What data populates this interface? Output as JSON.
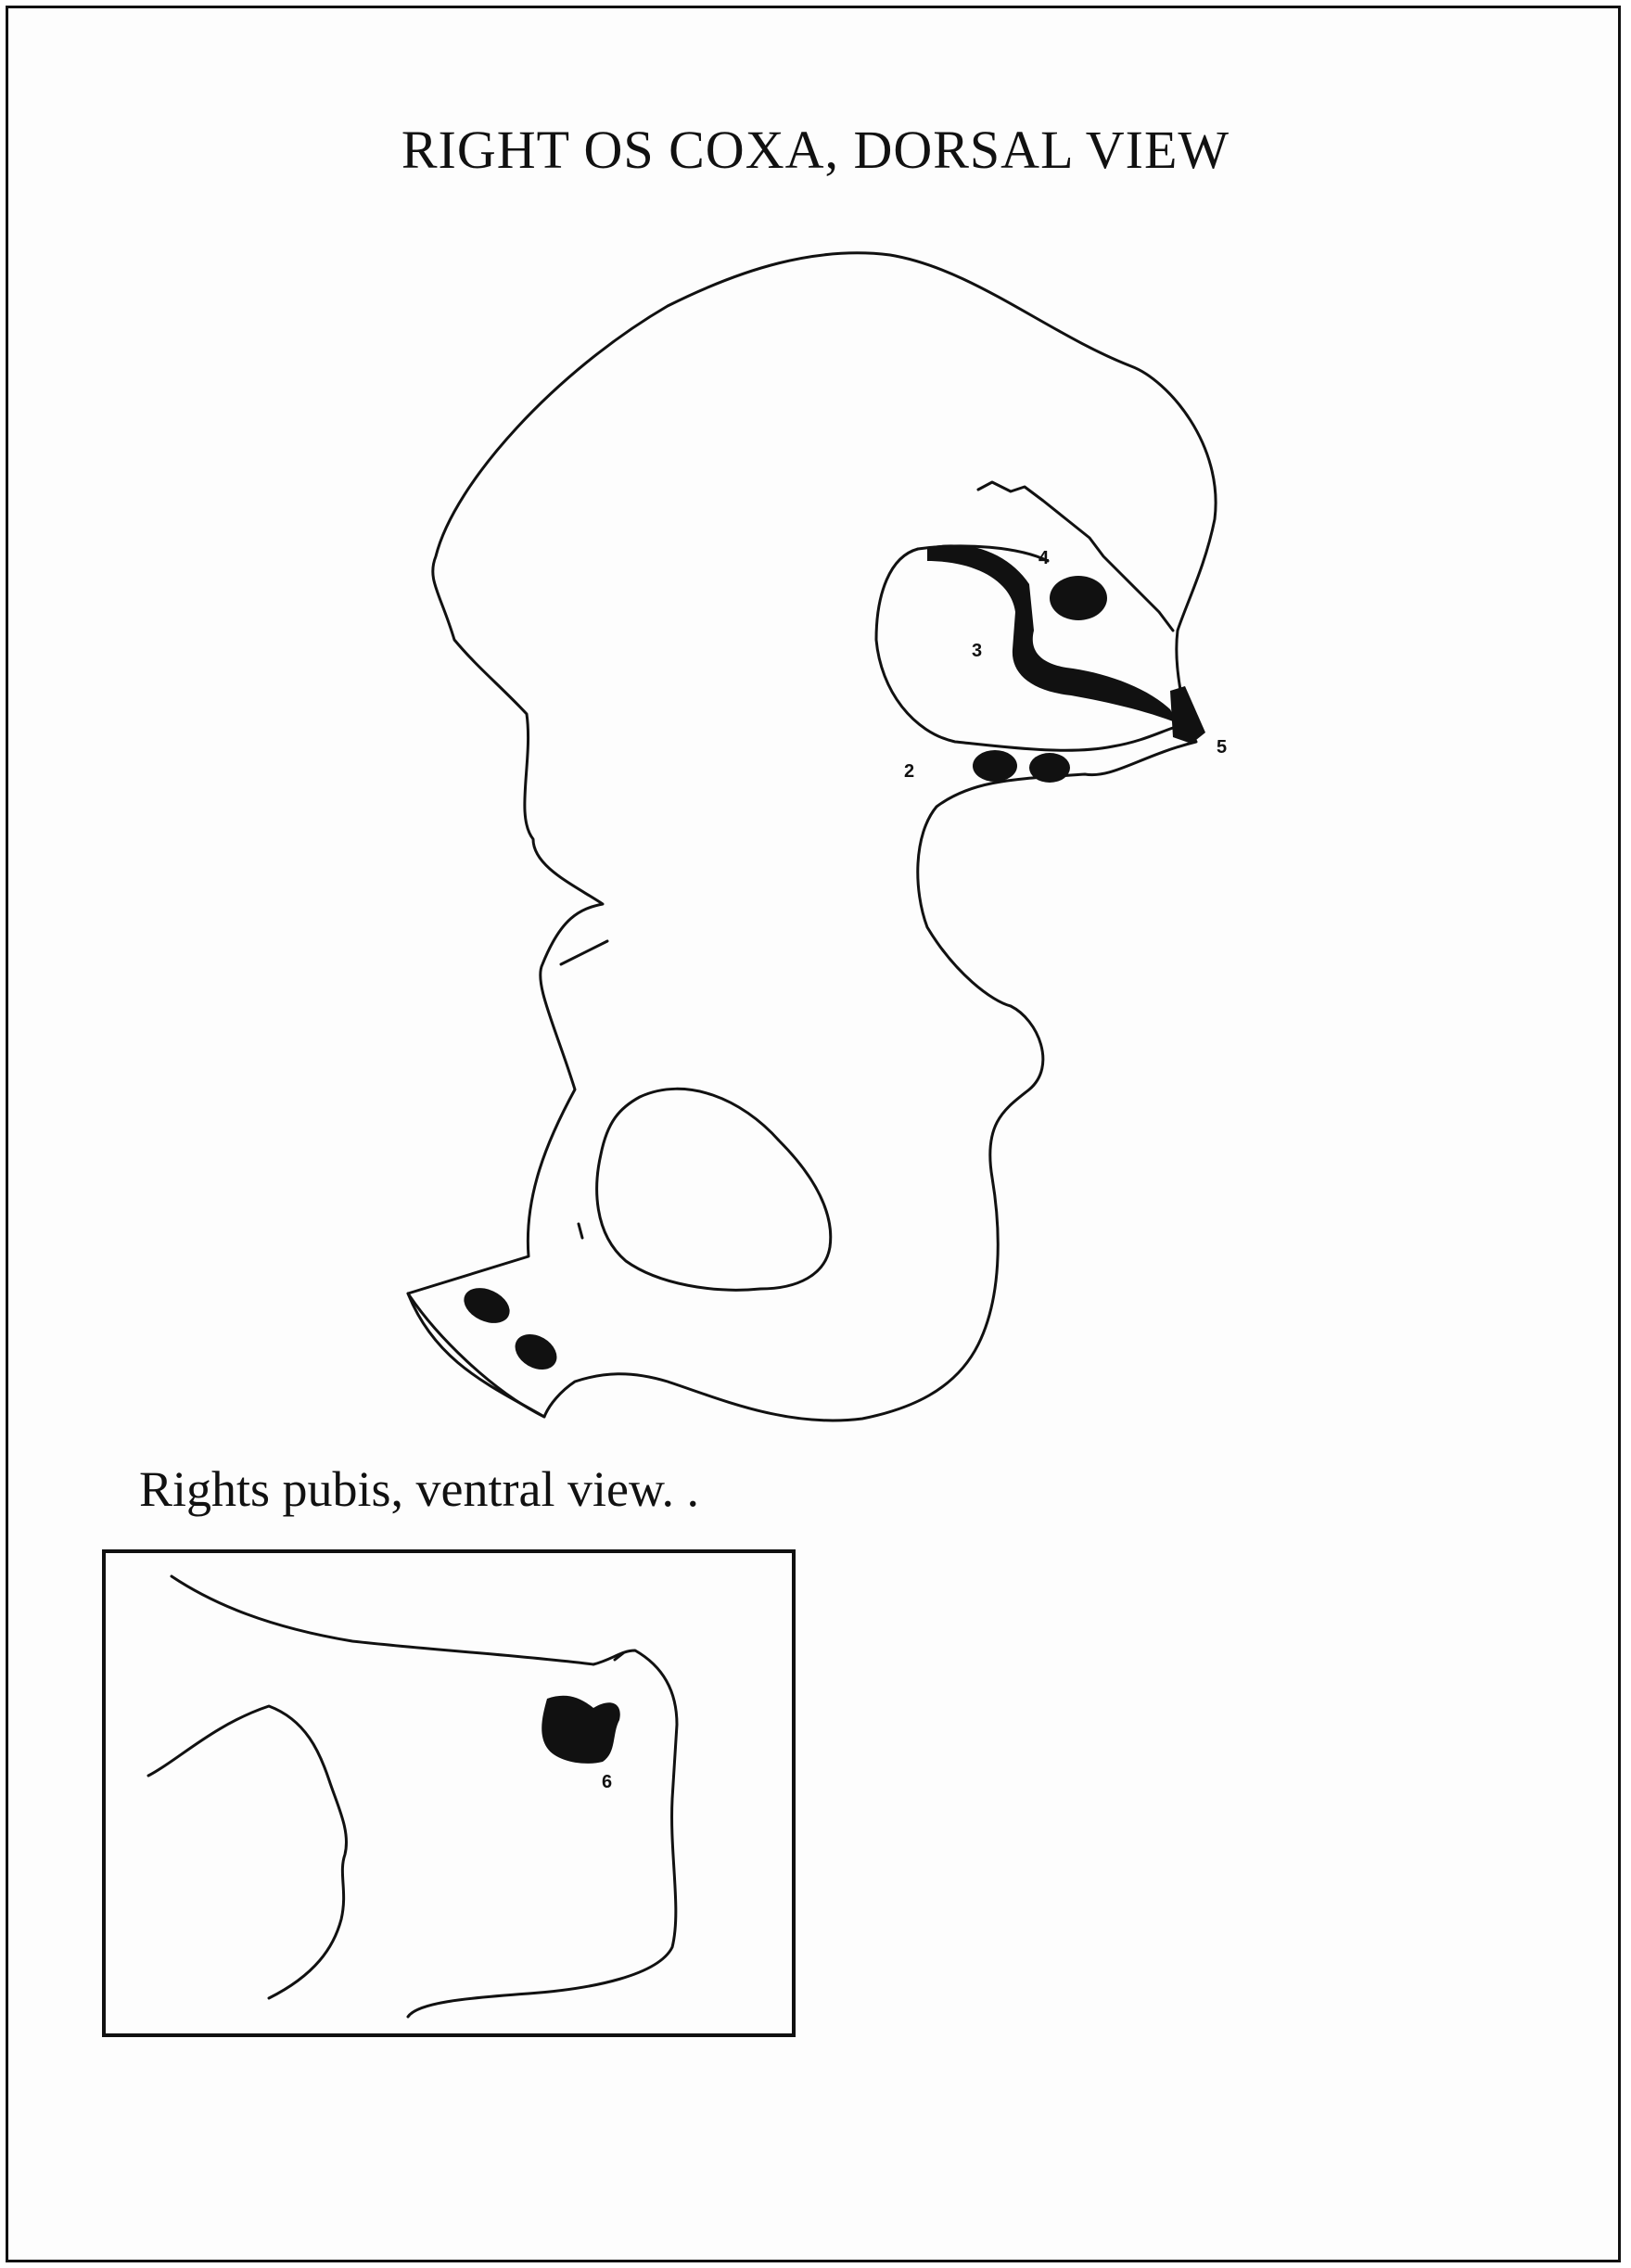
{
  "title": "RIGHT OS COXA, DORSAL VIEW",
  "caption": "Rights pubis, ventral view. .",
  "markers": [
    "2",
    "3",
    "4",
    "5",
    "6"
  ]
}
